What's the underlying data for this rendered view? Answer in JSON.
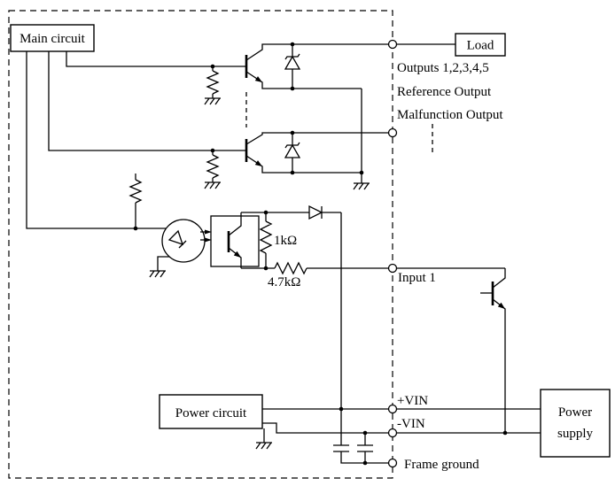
{
  "boxes": {
    "main_circuit": "Main circuit",
    "load": "Load",
    "power_circuit": "Power circuit",
    "power_supply": [
      "Power",
      "supply"
    ]
  },
  "terminals": {
    "outputs": "Outputs 1,2,3,4,5",
    "reference_output": "Reference Output",
    "malfunction_output": "Malfunction Output",
    "input1": "Input 1",
    "vin_plus": "+VIN",
    "vin_minus": "-VIN",
    "frame_ground": "Frame ground"
  },
  "components": {
    "resistor_1k": "1kΩ",
    "resistor_4k7": "4.7kΩ"
  },
  "colors": {
    "line": "#000000",
    "background": "#ffffff"
  }
}
